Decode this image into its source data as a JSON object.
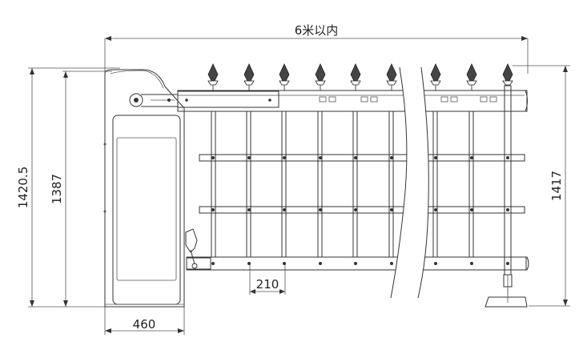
{
  "diagram": {
    "dimensions": {
      "span_label": "6米以内",
      "total_height_label": "1420.5",
      "cabinet_height_label": "1387",
      "gate_height_label": "1417",
      "bar_spacing_label": "210",
      "cabinet_width_label": "460"
    },
    "colors": {
      "line": "#333333",
      "cabinet_fill": "#f4f4f4",
      "panel_fill": "#e9e9e9"
    }
  }
}
